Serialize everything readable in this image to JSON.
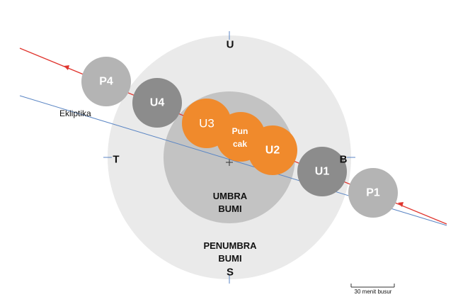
{
  "directions": {
    "north": "U",
    "south": "S",
    "east": "T",
    "west": "B"
  },
  "ecliptic_label": "Ekliptika",
  "umbra_label": [
    "UMBRA",
    "BUMI"
  ],
  "penumbra_label": [
    "PENUMBRA",
    "BUMI"
  ],
  "contacts": {
    "p1": "P1",
    "u1": "U1",
    "u2": "U2",
    "peak": [
      "Pun",
      "cak"
    ],
    "u3": "U3",
    "u4": "U4",
    "p4": "P4"
  },
  "scale_label": "30 menit busur",
  "colors": {
    "penumbra": "#eaeaea",
    "umbra": "#c3c3c3",
    "moon_penumbral": "#b4b4b4",
    "moon_partial": "#8c8c8c",
    "moon_total": "#f08a2c",
    "moon_path": "#e0362f",
    "ecliptic": "#5b86c4"
  }
}
